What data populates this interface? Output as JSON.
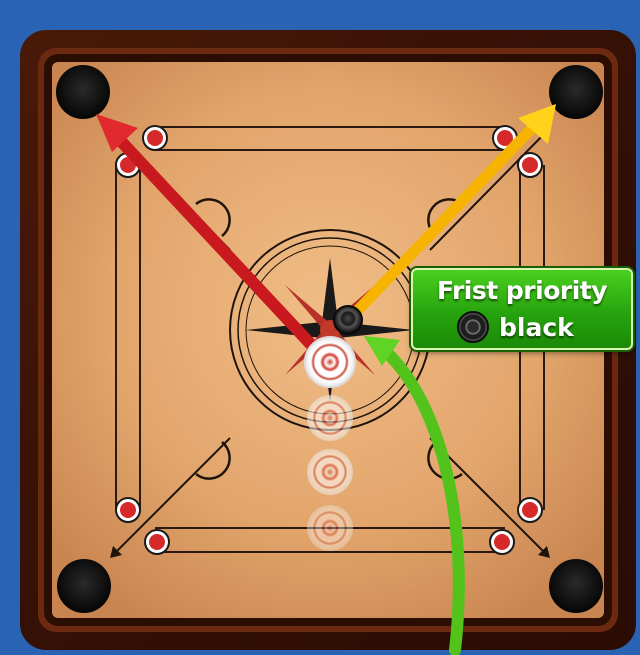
{
  "callout": {
    "line1": "Frist priority",
    "line2": "black",
    "coin_icon": "black-coin-icon",
    "background": "#3bbd17"
  },
  "board": {
    "frame_color": "#3b1407",
    "surface_color": "#e2a56c",
    "pocket_color": "#111111"
  },
  "arrows": [
    {
      "name": "red-arrow",
      "color": "#c8191f"
    },
    {
      "name": "yellow-arrow",
      "color": "#f6b400"
    },
    {
      "name": "green-arrow",
      "color": "#53c31b"
    }
  ]
}
